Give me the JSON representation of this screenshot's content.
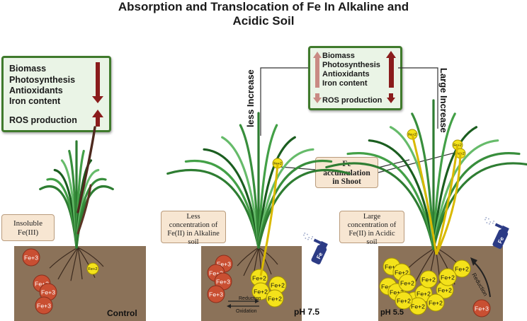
{
  "title": {
    "line1": "Absorption and Translocation of Fe In Alkaline and",
    "line2": "Acidic Soil"
  },
  "effects_box": {
    "items": [
      "Biomass",
      "Photosynthesis",
      "Antioxidants",
      "Iron content"
    ],
    "ros": "ROS production"
  },
  "middle_labels": {
    "less": "less Increase",
    "large": "Large Increase"
  },
  "accumulation": {
    "line1": "Fe",
    "line2": "accumulation",
    "line3": "in Shoot"
  },
  "panels": {
    "control": {
      "box": [
        "Insoluble",
        "Fe(III)"
      ],
      "label": "Control"
    },
    "alkaline": {
      "box": [
        "Less",
        "concentration of",
        "Fe(II) in Alkaline",
        "soil"
      ],
      "label": "pH 7.5",
      "reduction": "Reduction",
      "oxidation": "Oxidation",
      "spray": "Fe"
    },
    "acidic": {
      "box": [
        "Large",
        "concentration of",
        "Fe(II) in Acidic",
        "soil"
      ],
      "label": "pH 5.5",
      "reduction": "Reduction",
      "spray": "Fe"
    }
  },
  "ions": {
    "fe3": "Fe+3",
    "fe2": "Fe+2"
  },
  "colors": {
    "soil": "#8b7259",
    "fe3": "#c94f32",
    "fe2": "#f4e21a",
    "box_border": "#3f7a2c",
    "arrow": "#8a1c1c",
    "spray": "#2c3b85"
  }
}
